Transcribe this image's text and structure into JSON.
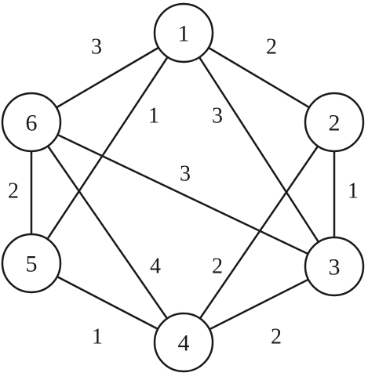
{
  "graph": {
    "nodes": [
      {
        "id": "1",
        "label": "1"
      },
      {
        "id": "2",
        "label": "2"
      },
      {
        "id": "3",
        "label": "3"
      },
      {
        "id": "4",
        "label": "4"
      },
      {
        "id": "5",
        "label": "5"
      },
      {
        "id": "6",
        "label": "6"
      }
    ],
    "edges": [
      {
        "from": "1",
        "to": "6",
        "weight": "3"
      },
      {
        "from": "1",
        "to": "2",
        "weight": "2"
      },
      {
        "from": "1",
        "to": "5",
        "weight": "1"
      },
      {
        "from": "1",
        "to": "3",
        "weight": "3"
      },
      {
        "from": "6",
        "to": "3",
        "weight": "3"
      },
      {
        "from": "2",
        "to": "3",
        "weight": "1"
      },
      {
        "from": "6",
        "to": "5",
        "weight": "2"
      },
      {
        "from": "6",
        "to": "4",
        "weight": "4"
      },
      {
        "from": "2",
        "to": "4",
        "weight": "2"
      },
      {
        "from": "5",
        "to": "4",
        "weight": "1"
      },
      {
        "from": "3",
        "to": "4",
        "weight": "2"
      }
    ],
    "colors": {
      "stroke": "#1a1a1a",
      "fill": "#ffffff",
      "text": "#1a1a1a"
    }
  }
}
